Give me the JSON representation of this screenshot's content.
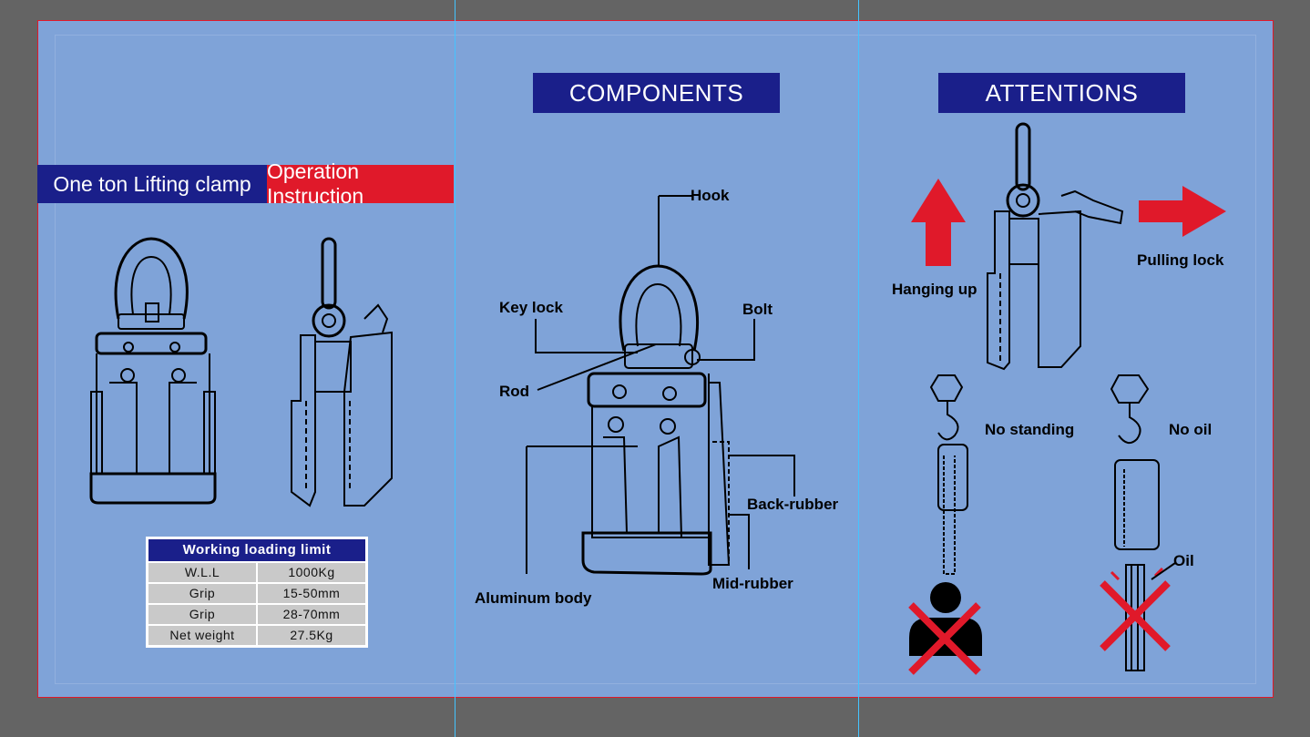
{
  "left_panel": {
    "banner_title": "One ton Lifting clamp",
    "banner_subtitle": "Operation Instruction",
    "table": {
      "header": "Working loading limit",
      "rows": [
        {
          "label": "W.L.L",
          "value": "1000Kg"
        },
        {
          "label": "Grip",
          "value": "15-50mm"
        },
        {
          "label": "Grip",
          "value": "28-70mm"
        },
        {
          "label": "Net weight",
          "value": "27.5Kg"
        }
      ]
    }
  },
  "middle_panel": {
    "title": "COMPONENTS",
    "labels": {
      "hook": "Hook",
      "key_lock": "Key lock",
      "bolt": "Bolt",
      "rod": "Rod",
      "back_rubber": "Back-rubber",
      "mid_rubber": "Mid-rubber",
      "aluminum_body": "Aluminum body"
    }
  },
  "right_panel": {
    "title": "ATTENTIONS",
    "labels": {
      "hanging_up": "Hanging up",
      "pulling_lock": "Pulling lock",
      "no_standing": "No standing",
      "no_oil": "No oil",
      "oil": "Oil"
    }
  },
  "colors": {
    "background": "#7fa3d8",
    "navy": "#1a1f8a",
    "red": "#e0192a"
  }
}
